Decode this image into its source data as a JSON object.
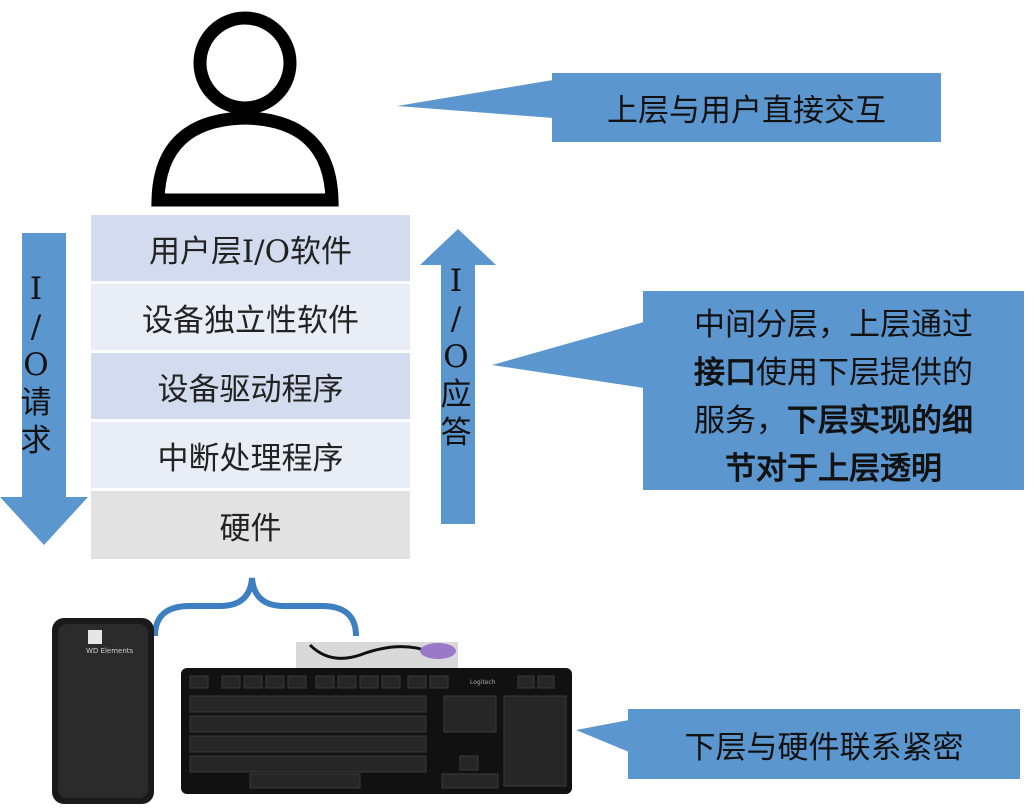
{
  "layers": [
    {
      "label": "用户层I/O软件"
    },
    {
      "label": "设备独立性软件"
    },
    {
      "label": "设备驱动程序"
    },
    {
      "label": "中断处理程序"
    },
    {
      "label": "硬件"
    }
  ],
  "arrows": {
    "request_label": [
      "I",
      "/",
      "O",
      "请",
      "求"
    ],
    "response_label": [
      "I",
      "/",
      "O",
      "应",
      "答"
    ]
  },
  "callouts": {
    "top": "上层与用户直接交互",
    "middle_normal_1": "中间分层，上层通过",
    "middle_bold_1": "接口",
    "middle_normal_2": "使用下层提供的",
    "middle_normal_3": "服务，",
    "middle_bold_2": "下层实现的细",
    "middle_bold_3": "节对于上层透明",
    "bottom": "下层与硬件联系紧密"
  },
  "hardware": {
    "drive_brand": "WD Elements",
    "keyboard_brand": "Logitech"
  },
  "colors": {
    "accent": "#5b96cf",
    "layer_blue": "#d2dcee",
    "layer_light": "#e9edf6",
    "layer_gray": "#e2e2e2",
    "brace": "#3d7fc1"
  }
}
